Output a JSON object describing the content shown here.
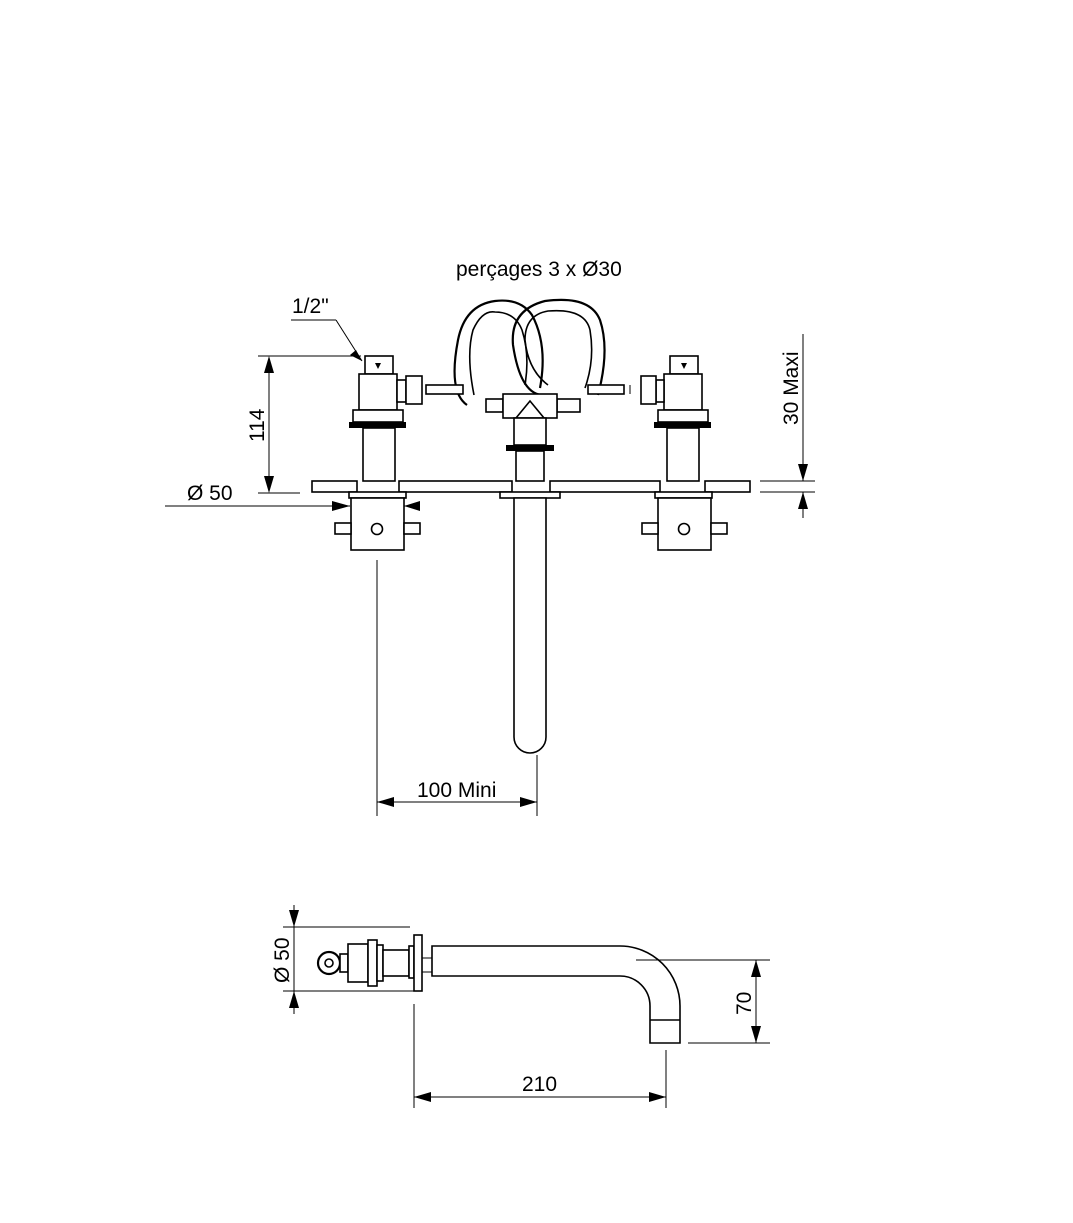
{
  "labels": {
    "drilling": "perçages 3 x Ø30",
    "thread": "1/2\"",
    "height_114": "114",
    "diameter_top": "Ø 50",
    "max_thickness": "30 Maxi",
    "min_distance": "100 Mini",
    "diameter_side": "Ø 50",
    "height_70": "70",
    "length_210": "210"
  },
  "colors": {
    "line": "#000000",
    "background": "#ffffff"
  }
}
